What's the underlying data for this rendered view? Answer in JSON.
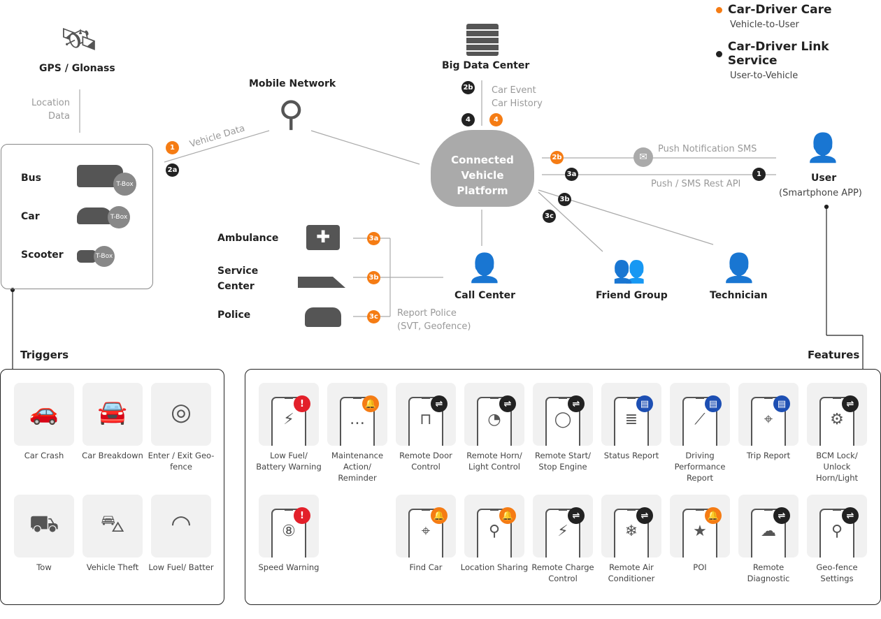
{
  "legend": [
    {
      "title": "Car-Driver Care",
      "subtitle": "Vehicle-to-User",
      "color": "#f57c14"
    },
    {
      "title": "Car-Driver Link Service",
      "subtitle": "User-to-Vehicle",
      "color": "#222222"
    }
  ],
  "nodes": {
    "gps": "GPS / Glonass",
    "location_data": "Location Data",
    "mobile_network": "Mobile Network",
    "big_data": "Big Data Center",
    "platform": "Connected Vehicle Platform",
    "call_center": "Call Center",
    "friend_group": "Friend Group",
    "technician": "Technician",
    "user": "User",
    "user_sub": "(Smartphone APP)",
    "ambulance": "Ambulance",
    "service_center": "Service Center",
    "police": "Police"
  },
  "vehicles": [
    {
      "label": "Bus",
      "tag": "T-Box"
    },
    {
      "label": "Car",
      "tag": "T-Box"
    },
    {
      "label": "Scooter",
      "tag": "T-Box"
    }
  ],
  "edges": {
    "vehicle_data": "Vehicle Data",
    "car_event": "Car Event",
    "car_history": "Car History",
    "push_sms": "Push Notification SMS",
    "push_rest": "Push / SMS Rest API",
    "report_police": "Report Police",
    "report_police_sub": "(SVT, Geofence)"
  },
  "badges": {
    "b1": "1",
    "b2a": "2a",
    "b2b": "2b",
    "b4": "4",
    "b3a": "3a",
    "b3b": "3b",
    "b3c": "3c"
  },
  "triggers": {
    "title": "Triggers",
    "items": [
      {
        "label": "Car Crash",
        "icon": "car-crash-icon",
        "glyph": "🚗"
      },
      {
        "label": "Car Breakdown",
        "icon": "car-breakdown-icon",
        "glyph": "🚘"
      },
      {
        "label": "Enter / Exit Geo-fence",
        "icon": "geofence-pin-icon",
        "glyph": "◎"
      },
      {
        "label": "Tow",
        "icon": "tow-truck-icon",
        "glyph": "⛟"
      },
      {
        "label": "Vehicle Theft",
        "icon": "vehicle-theft-icon",
        "glyph": "⛍"
      },
      {
        "label": "Low Fuel/ Batter",
        "icon": "fuel-gauge-icon",
        "glyph": "◠"
      }
    ]
  },
  "features": {
    "title": "Features",
    "badge_colors": {
      "alert": "#e3202a",
      "bell": "#f57c14",
      "control": "#222222",
      "doc": "#1d4fb3"
    },
    "items": [
      {
        "label": "Low Fuel/ Battery Warning",
        "badge": "alert",
        "icon": "lightning-icon",
        "glyph": "⚡",
        "row": 0,
        "col": 0
      },
      {
        "label": "Maintenance Action/ Reminder",
        "badge": "bell",
        "icon": "message-icon",
        "glyph": "…",
        "row": 0,
        "col": 1
      },
      {
        "label": "Remote Door Control",
        "badge": "control",
        "icon": "unlock-icon",
        "glyph": "⊓",
        "row": 0,
        "col": 2
      },
      {
        "label": "Remote Horn/ Light Control",
        "badge": "control",
        "icon": "light-icon",
        "glyph": "◔",
        "row": 0,
        "col": 3
      },
      {
        "label": "Remote Start/ Stop Engine",
        "badge": "control",
        "icon": "start-button-icon",
        "glyph": "◯",
        "row": 0,
        "col": 4
      },
      {
        "label": "Status Report",
        "badge": "doc",
        "icon": "report-icon",
        "glyph": "≣",
        "row": 0,
        "col": 5
      },
      {
        "label": "Driving Performance Report",
        "badge": "doc",
        "icon": "chart-line-icon",
        "glyph": "⟋",
        "row": 0,
        "col": 6
      },
      {
        "label": "Trip Report",
        "badge": "doc",
        "icon": "route-icon",
        "glyph": "⌖",
        "row": 0,
        "col": 7
      },
      {
        "label": "BCM Lock/ Unlock Horn/Light",
        "badge": "control",
        "icon": "gear-icon",
        "glyph": "⚙",
        "row": 0,
        "col": 8
      },
      {
        "label": "Speed Warning",
        "badge": "alert",
        "icon": "speed-limit-icon",
        "glyph": "⑧",
        "row": 1,
        "col": 0
      },
      {
        "label": "Find Car",
        "badge": "bell",
        "icon": "find-car-icon",
        "glyph": "⌖",
        "row": 1,
        "col": 2
      },
      {
        "label": "Location Sharing",
        "badge": "bell",
        "icon": "map-pin-icon",
        "glyph": "⚲",
        "row": 1,
        "col": 3
      },
      {
        "label": "Remote Charge Control",
        "badge": "control",
        "icon": "charge-icon",
        "glyph": "⚡",
        "row": 1,
        "col": 4
      },
      {
        "label": "Remote Air Conditioner",
        "badge": "control",
        "icon": "snowflake-icon",
        "glyph": "❄",
        "row": 1,
        "col": 5
      },
      {
        "label": "POI",
        "badge": "bell",
        "icon": "poi-map-icon",
        "glyph": "★",
        "row": 1,
        "col": 6
      },
      {
        "label": "Remote Diagnostic",
        "badge": "control",
        "icon": "cloud-icon",
        "glyph": "☁",
        "row": 1,
        "col": 7
      },
      {
        "label": "Geo-fence Settings",
        "badge": "control",
        "icon": "geofence-icon",
        "glyph": "⚲",
        "row": 1,
        "col": 8
      }
    ]
  }
}
